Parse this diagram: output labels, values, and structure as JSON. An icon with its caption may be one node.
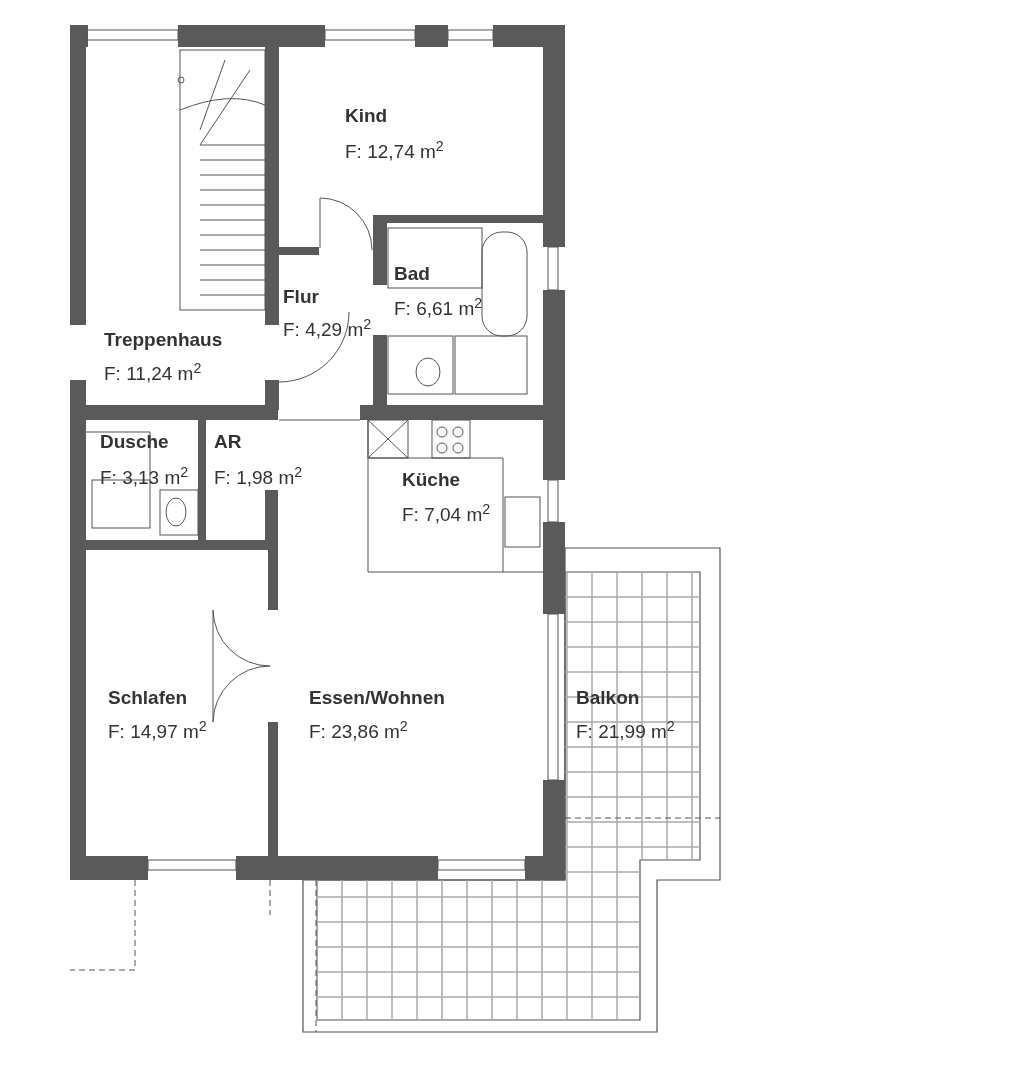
{
  "diagram": {
    "labels": [
      "Kind",
      "F: 12,74 m$^{2}$",
      "Bad",
      "Flur",
      "F: 6,61 m$^{2}$",
      "F: 4,29 m$^{2}$",
      "Treppenhaus",
      "F: 11,24 m$^{2}$",
      "Dusche",
      "AR",
      "F: 3,13 m$^{2}$",
      "F: 1,98 m$^{2}$",
      "Küche",
      "F: 7,04 m$^{2}$",
      "Schlafen",
      "Essen/Wohnen",
      "Balkon",
      "F: 14,97 m$^{2}$",
      "F: 23,86 m$^{2}$",
      "F: 21,99 m$^{2}$"
    ]
  }
}
